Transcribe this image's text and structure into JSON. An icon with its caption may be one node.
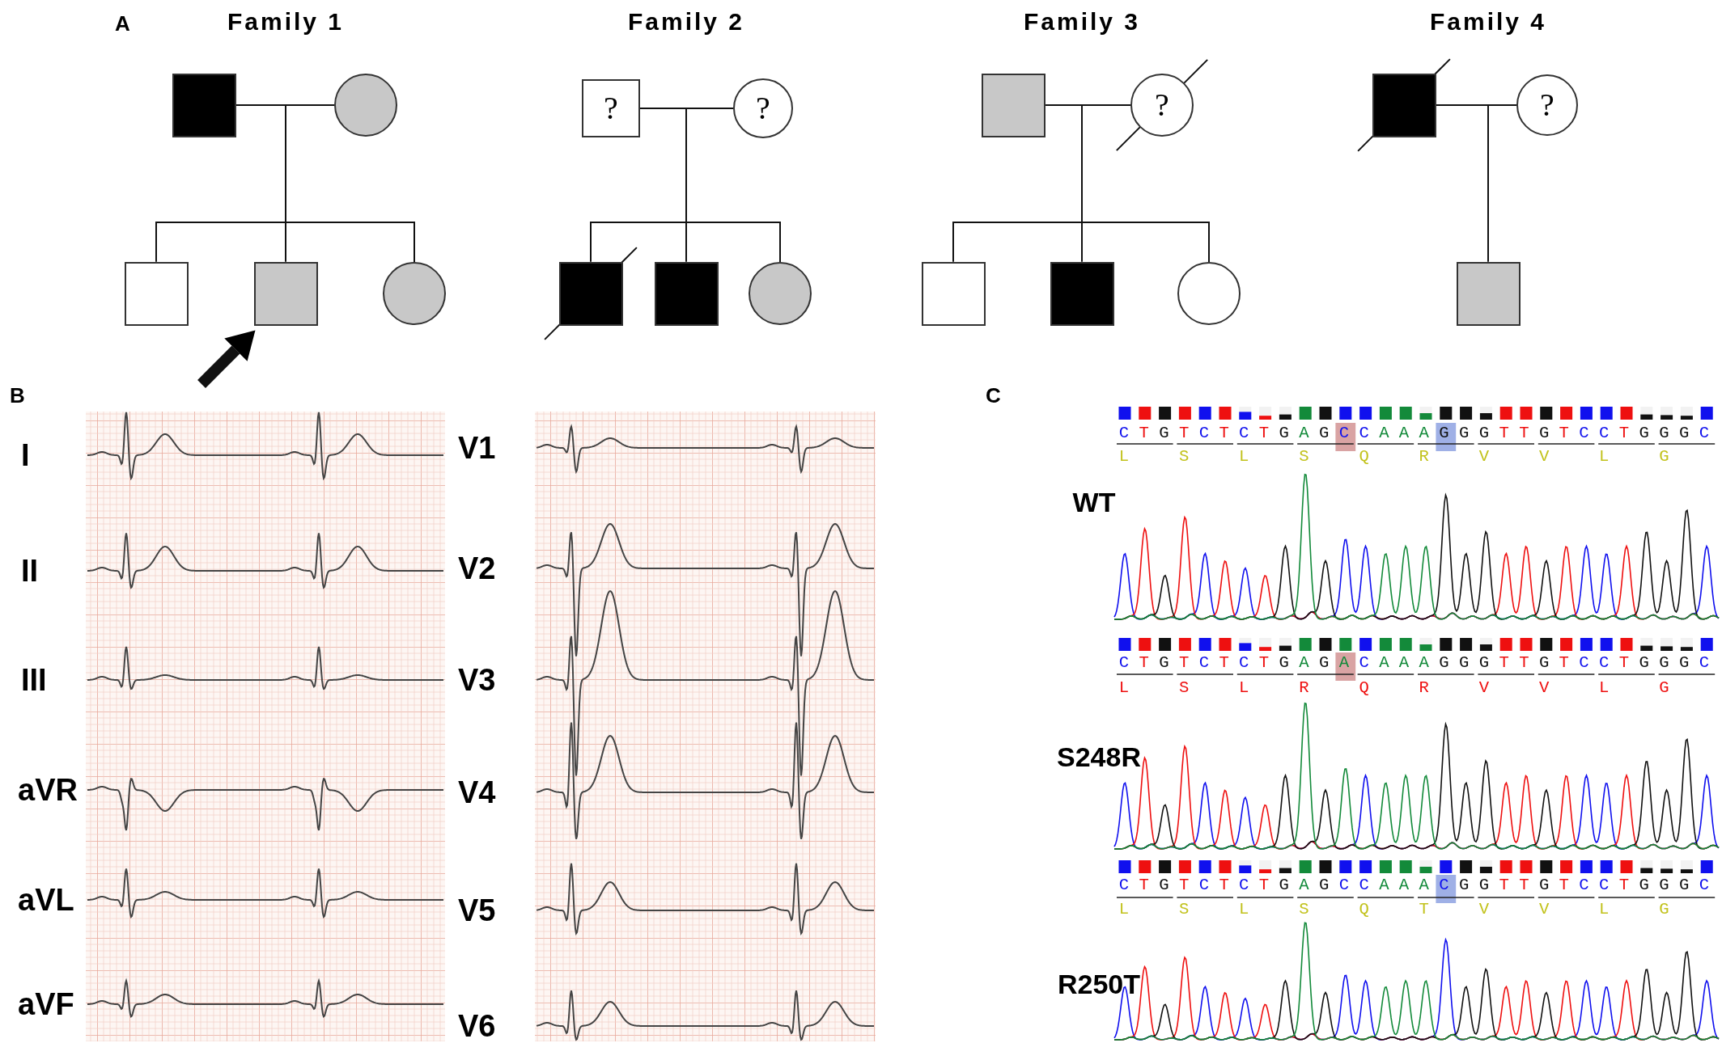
{
  "diagram": {
    "nodes": [
      {
        "text": [],
        "shape": "box"
      },
      {
        "text": [],
        "shape": "circle"
      },
      {
        "text": [],
        "shape": "box"
      },
      {
        "text": [],
        "shape": "box"
      },
      {
        "text": [],
        "shape": "circle"
      },
      {
        "text": [
          "?"
        ]
      },
      {
        "text": [
          "?"
        ]
      },
      {
        "text": [],
        "shape": "box"
      },
      {
        "text": [],
        "shape": "box"
      },
      {
        "text": [],
        "shape": "circle"
      },
      {
        "text": [],
        "shape": "box"
      },
      {
        "text": [
          "?"
        ]
      },
      {
        "text": [],
        "shape": "box"
      },
      {
        "text": [],
        "shape": "box"
      },
      {
        "text": [],
        "shape": "circle"
      },
      {
        "text": [],
        "shape": "box"
      },
      {
        "text": [
          "?"
        ]
      },
      {
        "text": [],
        "shape": "box"
      }
    ],
    "edges": [
      {
        "from": 0,
        "to": 1,
        "arrow": "none"
      },
      {
        "from": 0,
        "to": 2,
        "arrow": "none"
      },
      {
        "from": 0,
        "to": 3,
        "arrow": "none"
      },
      {
        "from": 0,
        "to": 4,
        "arrow": "none"
      },
      {
        "from": 1,
        "to": 2,
        "arrow": "none"
      },
      {
        "from": 1,
        "to": 3,
        "arrow": "none"
      },
      {
        "from": 1,
        "to": 4,
        "arrow": "none"
      },
      {
        "from": null,
        "to": 3,
        "arrow": "to",
        "style": "thick"
      },
      {
        "from": 5,
        "to": 6,
        "arrow": "none"
      },
      {
        "from": 5,
        "to": 7,
        "arrow": "none"
      },
      {
        "from": 5,
        "to": 8,
        "arrow": "none"
      },
      {
        "from": 5,
        "to": 9,
        "arrow": "none"
      },
      {
        "from": 6,
        "to": 7,
        "arrow": "none"
      },
      {
        "from": 6,
        "to": 8,
        "arrow": "none"
      },
      {
        "from": 6,
        "to": 9,
        "arrow": "none"
      },
      {
        "from": 10,
        "to": 11,
        "arrow": "none"
      },
      {
        "from": 10,
        "to": 12,
        "arrow": "none"
      },
      {
        "from": 10,
        "to": 13,
        "arrow": "none"
      },
      {
        "from": 10,
        "to": 14,
        "arrow": "none"
      },
      {
        "from": 11,
        "to": 12,
        "arrow": "none"
      },
      {
        "from": 11,
        "to": 13,
        "arrow": "none"
      },
      {
        "from": 11,
        "to": 14,
        "arrow": "none"
      },
      {
        "from": 15,
        "to": 16,
        "arrow": "none"
      },
      {
        "from": 15,
        "to": 17,
        "arrow": "none"
      },
      {
        "from": 16,
        "to": 17,
        "arrow": "none"
      }
    ],
    "labels": [
      "A",
      "Family 1",
      "Family 2",
      "Family 3",
      "Family 4",
      "B",
      "I",
      "II",
      "III",
      "aVR",
      "aVL",
      "aVF",
      "V1",
      "V2",
      "V3",
      "V4",
      "V5",
      "V6",
      "C",
      "C T G T C T C T G A G C C A A A G G G T T G T C C T G G G C",
      "L S L S Q R V V L G",
      "WT",
      "C T G T C T C T G A G A C A A A G G G T T G T C C T G G G C",
      "L S L R Q R V V L G",
      "S248R",
      "C T G T C T C T G A G C C A A A C G G T T G T C C T G G G C",
      "L S L S Q T V V L G",
      "R250T"
    ]
  }
}
